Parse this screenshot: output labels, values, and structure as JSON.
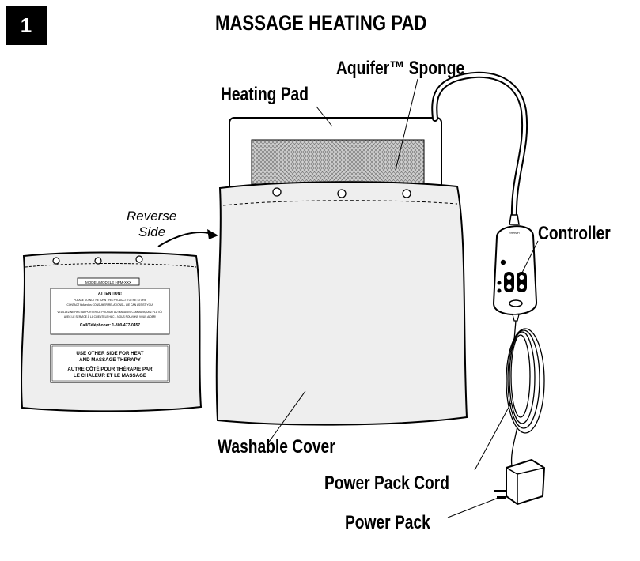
{
  "step_number": "1",
  "title": "MASSAGE HEATING PAD",
  "callouts": {
    "aquifer_sponge": "Aquifer™ Sponge",
    "heating_pad": "Heating Pad",
    "controller": "Controller",
    "washable_cover": "Washable Cover",
    "power_pack_cord": "Power Pack Cord",
    "power_pack": "Power Pack",
    "reverse_side_line1": "Reverse",
    "reverse_side_line2": "Side"
  },
  "reverse_label": {
    "model": "MODEL/MODÈLE HPM-XXX",
    "attention_title": "ATTENTION!",
    "attention_line1": "PLEASE DO NOT RETURN THIS PRODUCT TO THE STORE",
    "attention_line2": "CONTACT HoMedics CONSUMER RELATIONS – WE CAN ASSIST YOU!",
    "attention_line3": "VEUILLEZ NE PAS RAPPORTER CE PRODUIT AU MAGASIN. COMMUNIQUEZ PLUTÔT",
    "attention_line4": "AVEC LE SERVICE À LA CLIENTÈLE H&C – NOUS POUVONS VOUS AIDER!",
    "phone": "Call/Téléphoner: 1-800-477-0457",
    "note_line1": "USE OTHER SIDE FOR HEAT",
    "note_line2": "AND MASSAGE THERAPY",
    "note_line3": "AUTRE CÔTÉ POUR THÉRAPIE PAR",
    "note_line4": "LE CHALEUR ET LE MASSAGE"
  },
  "colors": {
    "ink": "#000000",
    "cover_fill": "#eeeeee",
    "sponge_fill": "#c8c8c8",
    "background": "#ffffff"
  }
}
